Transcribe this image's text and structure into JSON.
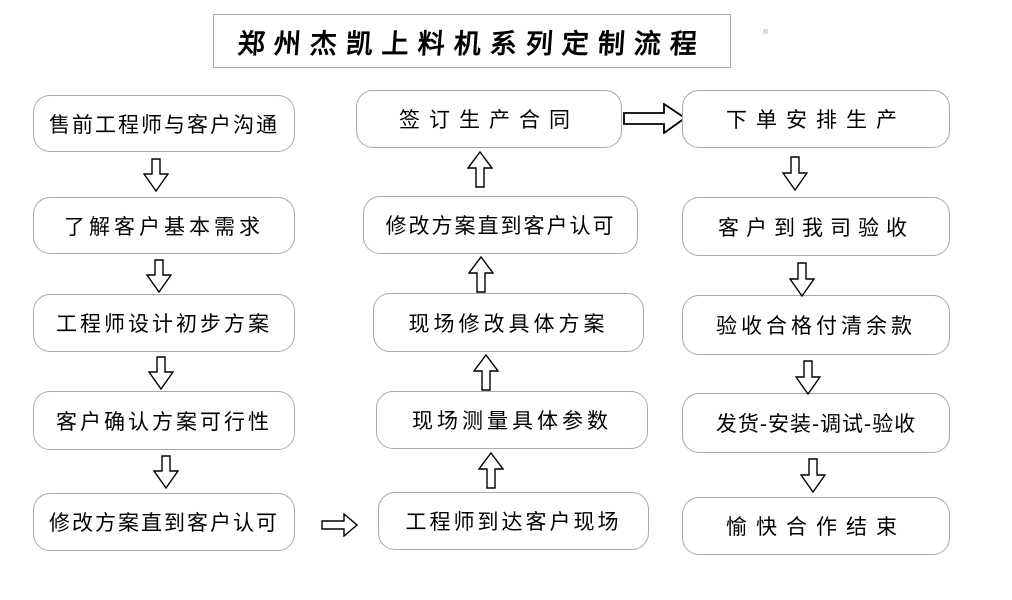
{
  "title": "郑州杰凯上料机系列定制流程",
  "columns": {
    "left": [
      "售前工程师与客户沟通",
      "了解客户基本需求",
      "工程师设计初步方案",
      "客户确认方案可行性",
      "修改方案直到客户认可"
    ],
    "middle": [
      "签订生产合同",
      "修改方案直到客户认可",
      "现场修改具体方案",
      "现场测量具体参数",
      "工程师到达客户现场"
    ],
    "right": [
      "下单安排生产",
      "客户到我司验收",
      "验收合格付清余款",
      "发货-安装-调试-验收",
      "愉快合作结束"
    ]
  },
  "icons": {
    "down_arrow": "hollow-down-arrow",
    "up_arrow": "hollow-up-arrow",
    "right_arrow": "hollow-right-arrow"
  },
  "colors": {
    "background": "#ffffff",
    "box_border": "#a9a9a9",
    "text": "#000000",
    "arrow_stroke": "#000000",
    "arrow_fill": "#ffffff"
  }
}
